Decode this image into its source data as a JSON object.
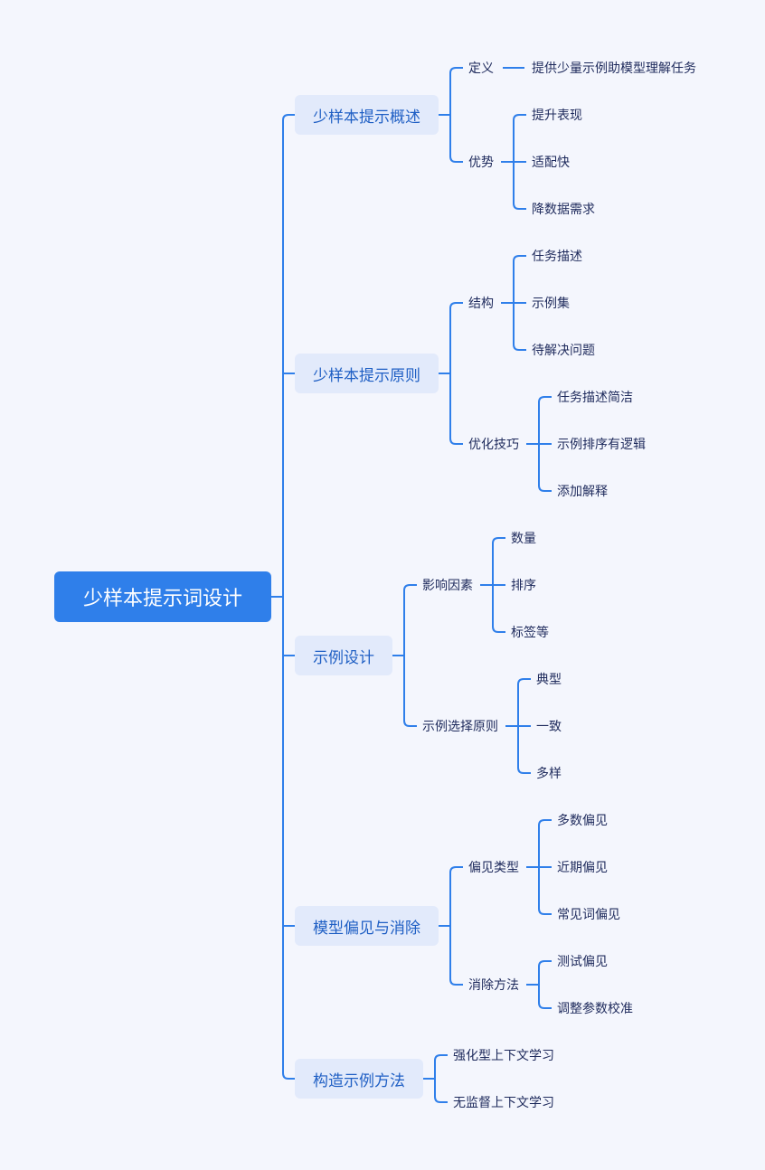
{
  "colors": {
    "background": "#f4f6fd",
    "line": "#2f7fea",
    "root_fill": "#2f7fea",
    "root_text": "#ffffff",
    "branch_fill": "#e2eafb",
    "branch_text": "#1f5fc4",
    "leaf_text": "#1e2a5c"
  },
  "root": {
    "label": "少样本提示词设计",
    "children": [
      {
        "label": "少样本提示概述",
        "children": [
          {
            "label": "定义",
            "children": [
              {
                "label": "提供少量示例助模型理解任务"
              }
            ]
          },
          {
            "label": "优势",
            "children": [
              {
                "label": "提升表现"
              },
              {
                "label": "适配快"
              },
              {
                "label": "降数据需求"
              }
            ]
          }
        ]
      },
      {
        "label": "少样本提示原则",
        "children": [
          {
            "label": "结构",
            "children": [
              {
                "label": "任务描述"
              },
              {
                "label": "示例集"
              },
              {
                "label": "待解决问题"
              }
            ]
          },
          {
            "label": "优化技巧",
            "children": [
              {
                "label": "任务描述简洁"
              },
              {
                "label": "示例排序有逻辑"
              },
              {
                "label": "添加解释"
              }
            ]
          }
        ]
      },
      {
        "label": "示例设计",
        "children": [
          {
            "label": "影响因素",
            "children": [
              {
                "label": "数量"
              },
              {
                "label": "排序"
              },
              {
                "label": "标签等"
              }
            ]
          },
          {
            "label": "示例选择原则",
            "children": [
              {
                "label": "典型"
              },
              {
                "label": "一致"
              },
              {
                "label": "多样"
              }
            ]
          }
        ]
      },
      {
        "label": "模型偏见与消除",
        "children": [
          {
            "label": "偏见类型",
            "children": [
              {
                "label": "多数偏见"
              },
              {
                "label": "近期偏见"
              },
              {
                "label": "常见词偏见"
              }
            ]
          },
          {
            "label": "消除方法",
            "children": [
              {
                "label": "测试偏见"
              },
              {
                "label": "调整参数校准"
              }
            ]
          }
        ]
      },
      {
        "label": "构造示例方法",
        "children": [
          {
            "label": "强化型上下文学习"
          },
          {
            "label": "无监督上下文学习"
          }
        ]
      }
    ]
  }
}
